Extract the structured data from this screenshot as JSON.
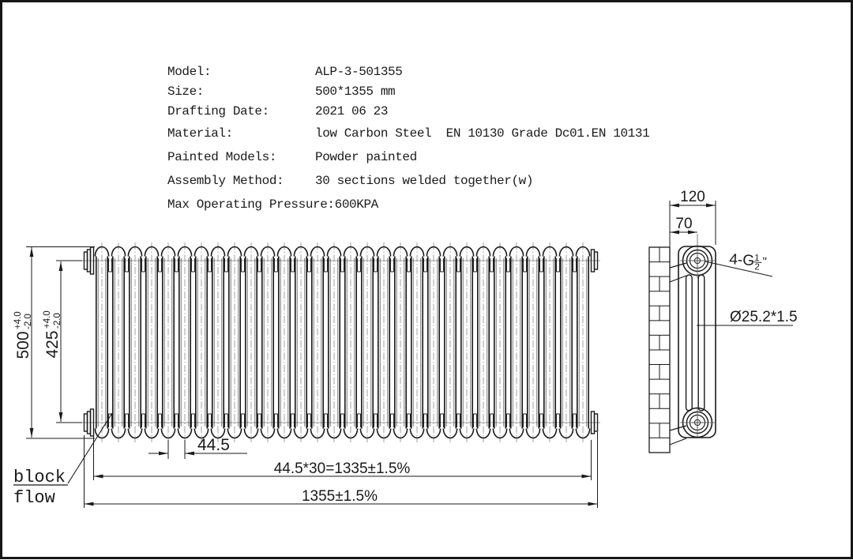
{
  "spec_table": {
    "rows": [
      {
        "label": "Model:",
        "value": "ALP-3-501355"
      },
      {
        "label": "Size:",
        "value": "500*1355 mm"
      },
      {
        "label": "Drafting Date:",
        "value": "2021 06 23"
      },
      {
        "label": "Material:",
        "value": "low Carbon Steel  EN 10130 Grade Dc01.EN 10131"
      },
      {
        "label": "Painted Models:",
        "value": "Powder painted"
      },
      {
        "label": "Assembly Method:",
        "value": "30 sections welded together(w)"
      },
      {
        "label": "Max Operating Pressure:",
        "value": "600KPA"
      }
    ]
  },
  "front_view": {
    "sections": 30,
    "dim_height": "500",
    "dim_height_tol_plus": "+4.0",
    "dim_height_tol_minus": "-2.0",
    "dim_center_height": "425",
    "dim_center_tol_plus": "+4.0",
    "dim_center_tol_minus": "-2.0",
    "dim_section_pitch": "44.5",
    "dim_sections_total": "44.5*30=1335±1.5%",
    "dim_overall_width": "1355±1.5%",
    "label_block": "block",
    "label_flow": "flow"
  },
  "side_view": {
    "dim_depth": "120",
    "dim_tapping_offset": "70",
    "label_thread_prefix": "4-G",
    "label_thread_frac_num": "1",
    "label_thread_frac_den": "2",
    "label_thread_suffix": "\"",
    "label_column_tube": "Ø25.2*1.5"
  },
  "colors": {
    "line": "#1a1a1a",
    "centerline": "#8a8a8a",
    "background": "#ffffff"
  }
}
